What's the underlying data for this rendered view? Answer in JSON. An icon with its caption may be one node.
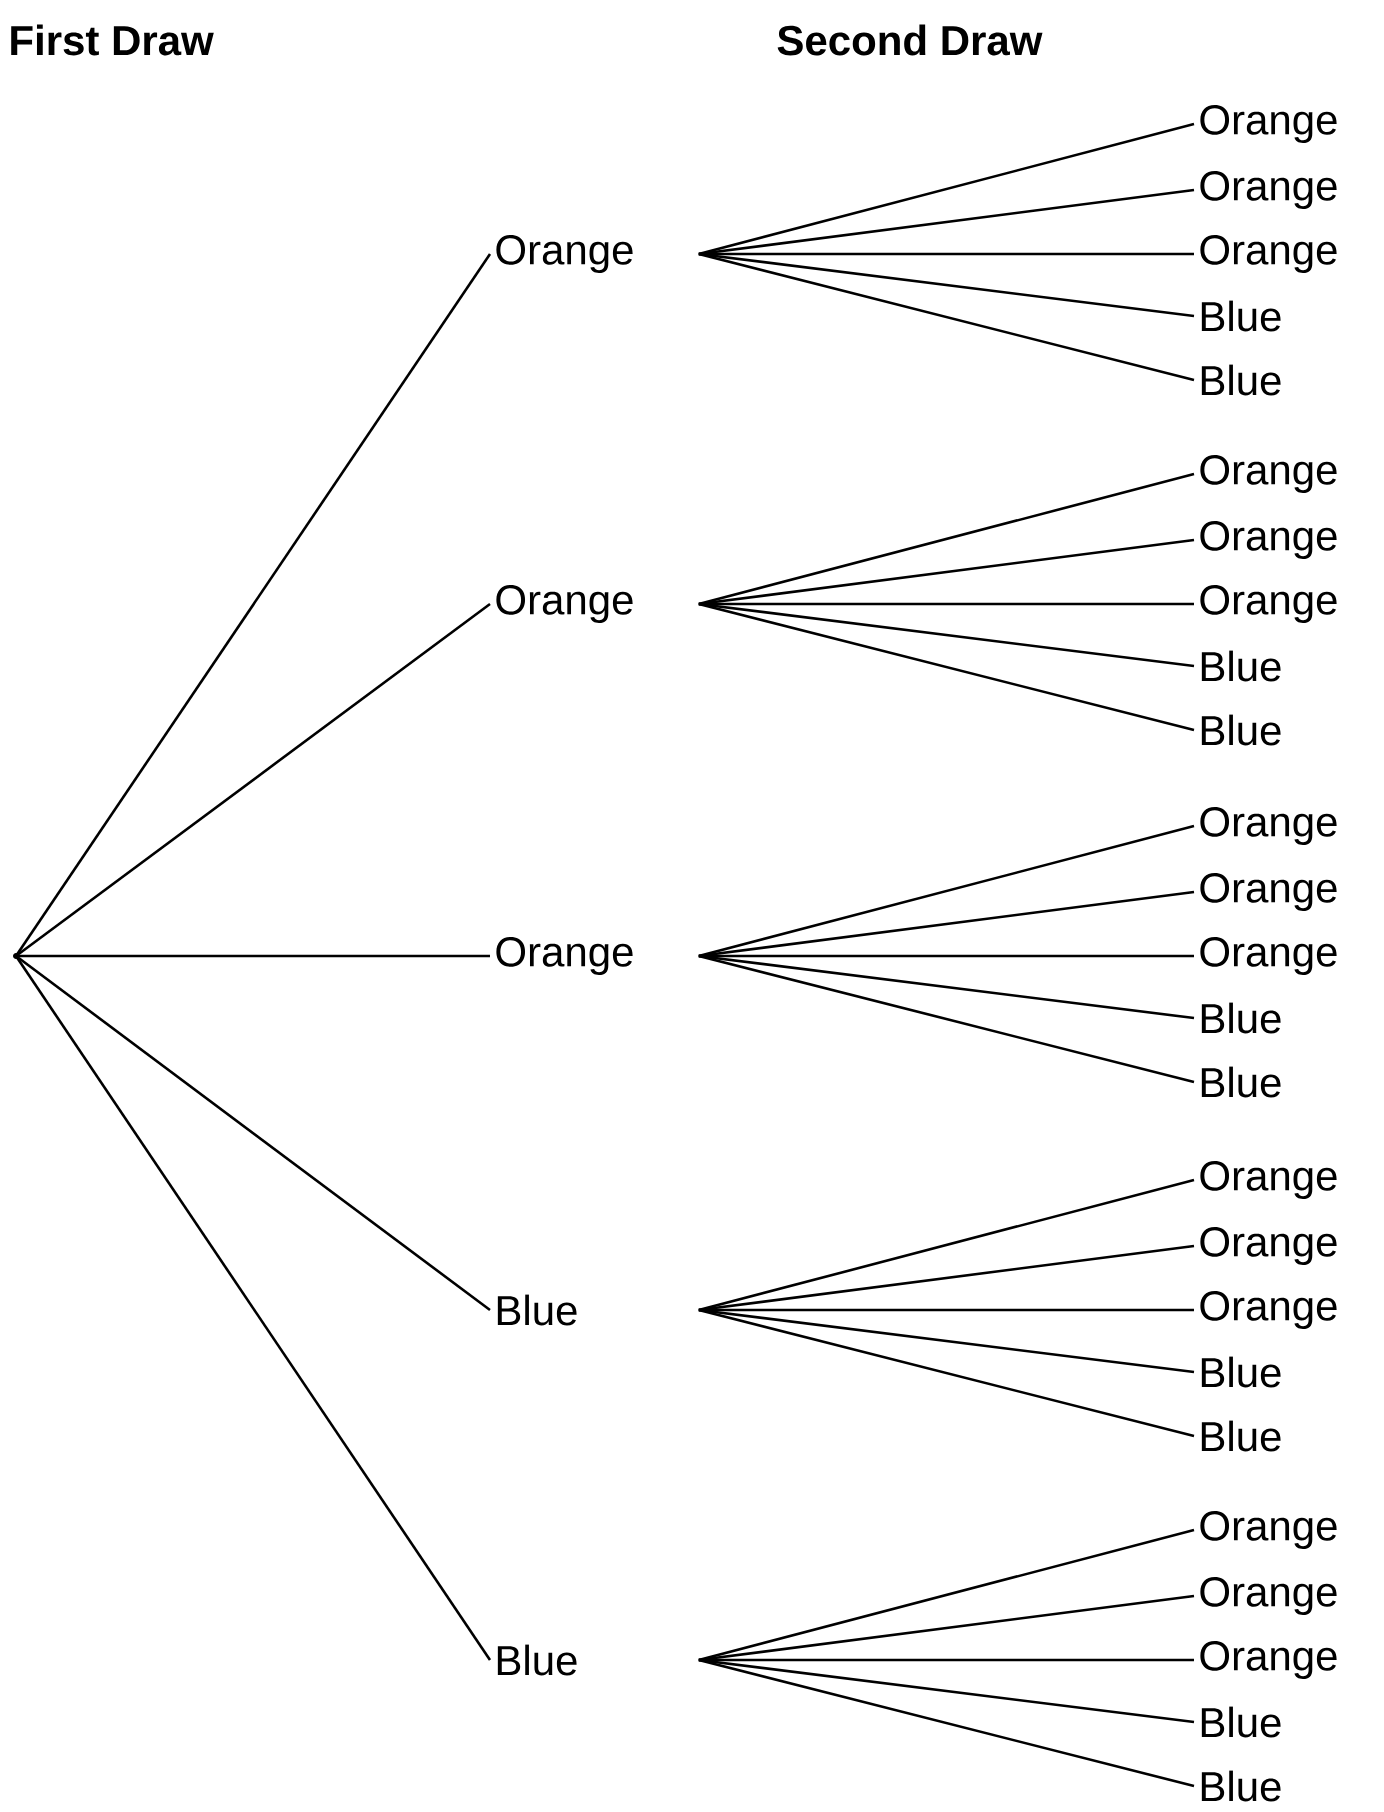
{
  "diagram": {
    "nodes": [
      {
        "text": [],
        "shape": "point"
      },
      {
        "text": [
          "Orange"
        ]
      },
      {
        "text": [
          "Orange"
        ]
      },
      {
        "text": [
          "Orange"
        ]
      },
      {
        "text": [
          "Orange"
        ]
      },
      {
        "text": [
          "Blue"
        ]
      },
      {
        "text": [
          "Blue"
        ]
      },
      {
        "text": [
          "Orange"
        ]
      },
      {
        "text": [
          "Orange"
        ]
      },
      {
        "text": [
          "Orange"
        ]
      },
      {
        "text": [
          "Orange"
        ]
      },
      {
        "text": [
          "Blue"
        ]
      },
      {
        "text": [
          "Blue"
        ]
      },
      {
        "text": [
          "Orange"
        ]
      },
      {
        "text": [
          "Orange"
        ]
      },
      {
        "text": [
          "Orange"
        ]
      },
      {
        "text": [
          "Orange"
        ]
      },
      {
        "text": [
          "Blue"
        ]
      },
      {
        "text": [
          "Blue"
        ]
      },
      {
        "text": [
          "Blue"
        ]
      },
      {
        "text": [
          "Orange"
        ]
      },
      {
        "text": [
          "Orange"
        ]
      },
      {
        "text": [
          "Orange"
        ]
      },
      {
        "text": [
          "Blue"
        ]
      },
      {
        "text": [
          "Blue"
        ]
      },
      {
        "text": [
          "Blue"
        ]
      },
      {
        "text": [
          "Orange"
        ]
      },
      {
        "text": [
          "Orange"
        ]
      },
      {
        "text": [
          "Orange"
        ]
      },
      {
        "text": [
          "Blue"
        ]
      },
      {
        "text": [
          "Blue"
        ]
      }
    ],
    "edges": [
      {
        "from": 0,
        "to": 1,
        "arrow": "none"
      },
      {
        "from": 1,
        "to": 2,
        "arrow": "none"
      },
      {
        "from": 1,
        "to": 3,
        "arrow": "none"
      },
      {
        "from": 1,
        "to": 4,
        "arrow": "none"
      },
      {
        "from": 1,
        "to": 5,
        "arrow": "none"
      },
      {
        "from": 1,
        "to": 6,
        "arrow": "none"
      },
      {
        "from": 0,
        "to": 7,
        "arrow": "none"
      },
      {
        "from": 7,
        "to": 8,
        "arrow": "none"
      },
      {
        "from": 7,
        "to": 9,
        "arrow": "none"
      },
      {
        "from": 7,
        "to": 10,
        "arrow": "none"
      },
      {
        "from": 7,
        "to": 11,
        "arrow": "none"
      },
      {
        "from": 7,
        "to": 12,
        "arrow": "none"
      },
      {
        "from": 0,
        "to": 13,
        "arrow": "none"
      },
      {
        "from": 13,
        "to": 14,
        "arrow": "none"
      },
      {
        "from": 13,
        "to": 15,
        "arrow": "none"
      },
      {
        "from": 13,
        "to": 16,
        "arrow": "none"
      },
      {
        "from": 13,
        "to": 17,
        "arrow": "none"
      },
      {
        "from": 13,
        "to": 18,
        "arrow": "none"
      },
      {
        "from": 0,
        "to": 19,
        "arrow": "none"
      },
      {
        "from": 19,
        "to": 20,
        "arrow": "none"
      },
      {
        "from": 19,
        "to": 21,
        "arrow": "none"
      },
      {
        "from": 19,
        "to": 22,
        "arrow": "none"
      },
      {
        "from": 19,
        "to": 23,
        "arrow": "none"
      },
      {
        "from": 19,
        "to": 24,
        "arrow": "none"
      },
      {
        "from": 0,
        "to": 25,
        "arrow": "none"
      },
      {
        "from": 25,
        "to": 26,
        "arrow": "none"
      },
      {
        "from": 25,
        "to": 27,
        "arrow": "none"
      },
      {
        "from": 25,
        "to": 28,
        "arrow": "none"
      },
      {
        "from": 25,
        "to": 29,
        "arrow": "none"
      },
      {
        "from": 25,
        "to": 30,
        "arrow": "none"
      }
    ],
    "labels": [
      "First Draw",
      "Second Draw"
    ]
  }
}
